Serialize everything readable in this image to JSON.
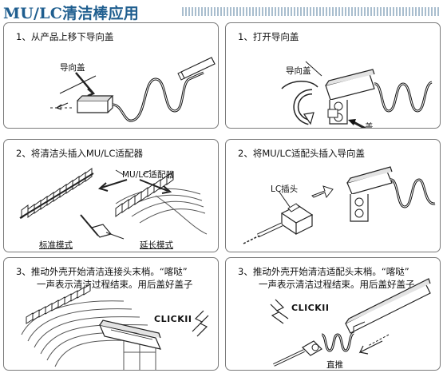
{
  "title": "MU/LC清洁棒应用",
  "panels": [
    {
      "step": "1、从产品上移下导向盖",
      "labels": [
        "导向盖"
      ]
    },
    {
      "step": "1、打开导向盖",
      "labels": [
        "导向盖",
        "盖"
      ]
    },
    {
      "step": "2、将清洁头插入MU/LC适配器",
      "labels": [
        "MU/LC适配器",
        "标准模式",
        "延长模式"
      ]
    },
    {
      "step": "2、将MU/LC适配头插入导向盖",
      "labels": [
        "LC插头"
      ]
    },
    {
      "step": "3、推动外壳开始清洁连接头末梢。“喀哒”",
      "step2": "一声表示清洁过程结束。用后盖好盖子",
      "labels": [
        "CLICKII"
      ]
    },
    {
      "step": "3、推动外壳开始清洁适配头末梢。“喀哒”",
      "step2": "一声表示清洁过程结束。用后盖好盖子",
      "labels": [
        "CLICKII",
        "直推"
      ]
    }
  ],
  "colors": {
    "title": "#1f5e8f",
    "border": "#7a7a7a"
  }
}
